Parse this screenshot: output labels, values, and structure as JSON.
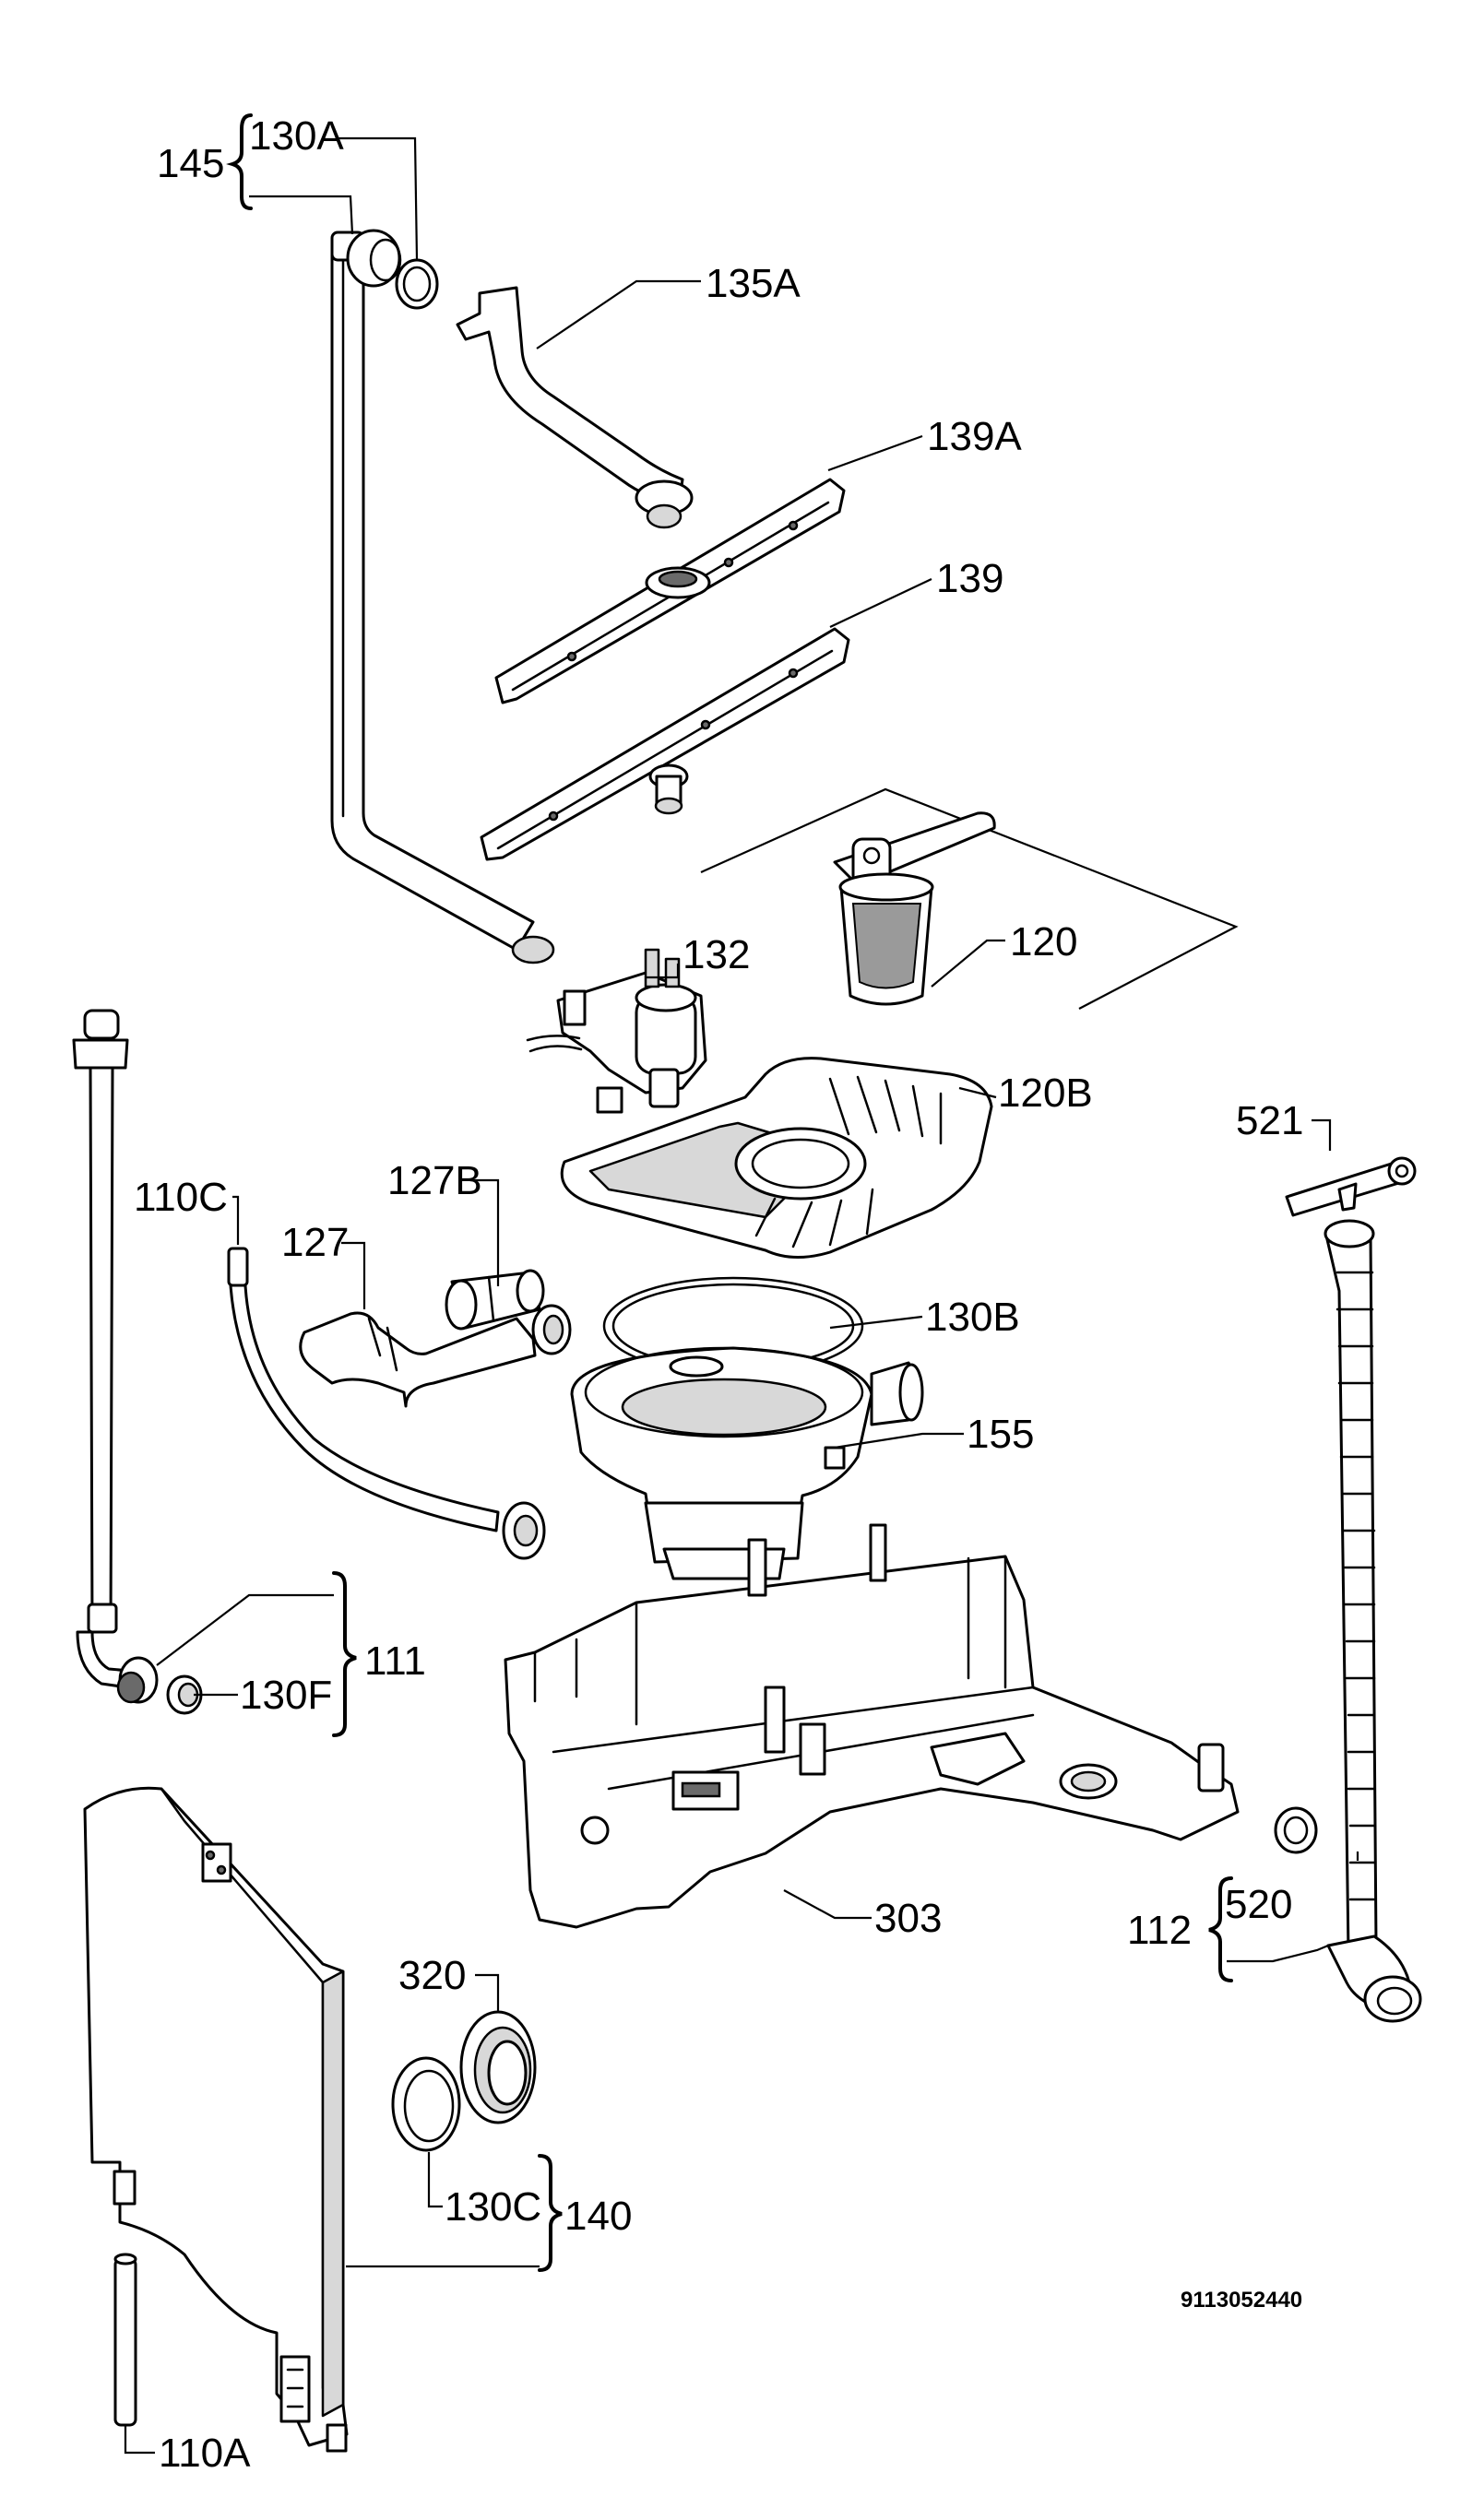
{
  "labels": {
    "l145": "145",
    "l130a": "130A",
    "l135a": "135A",
    "l139a": "139A",
    "l139": "139",
    "l120": "120",
    "l132": "132",
    "l120b": "120B",
    "l521": "521",
    "l127b": "127B",
    "l110c": "110C",
    "l127": "127",
    "l130b": "130B",
    "l155": "155",
    "l111": "111",
    "l130f": "130F",
    "l303": "303",
    "l112": "112",
    "l520": "520",
    "l320": "320",
    "l130c": "130C",
    "l140": "140",
    "l110a": "110A"
  },
  "drawing_code": "9113052440"
}
